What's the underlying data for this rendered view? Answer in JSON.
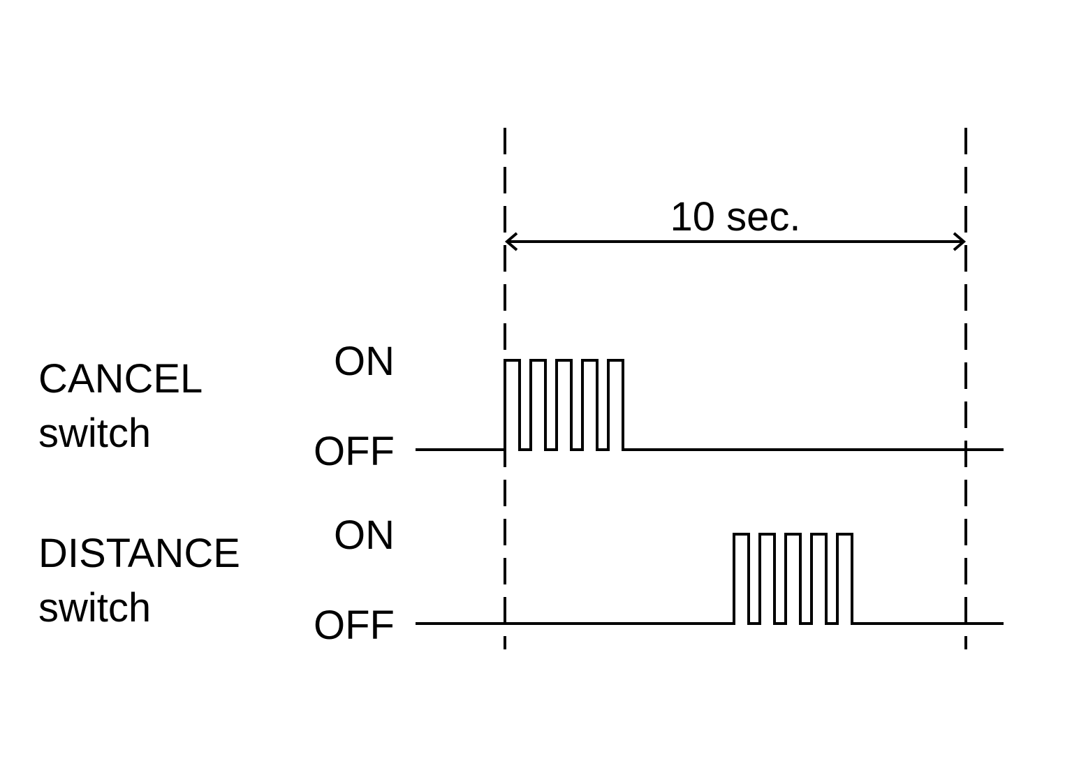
{
  "interval": {
    "label": "10 sec."
  },
  "signals": [
    {
      "name_line1": "CANCEL",
      "name_line2": "switch",
      "on_label": "ON",
      "off_label": "OFF",
      "pulse_count": 5
    },
    {
      "name_line1": "DISTANCE",
      "name_line2": "switch",
      "on_label": "ON",
      "off_label": "OFF",
      "pulse_count": 5
    }
  ],
  "colors": {
    "stroke": "#000000",
    "background": "#ffffff"
  }
}
